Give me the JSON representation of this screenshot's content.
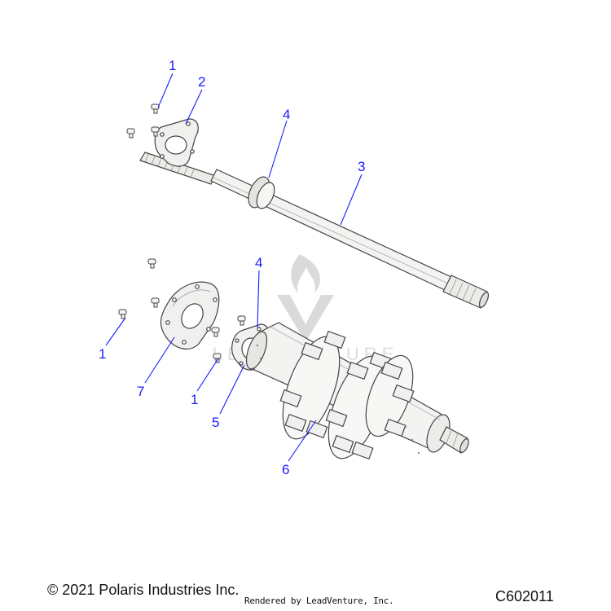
{
  "colors": {
    "callout": "#1a1aff",
    "outline": "#444444",
    "part_fill": "#f3f3f1",
    "part_shade": "#d9d9d6",
    "watermark": "#d6d6d6"
  },
  "callouts": [
    {
      "id": "c1a",
      "label": "1"
    },
    {
      "id": "c2",
      "label": "2"
    },
    {
      "id": "c4a",
      "label": "4"
    },
    {
      "id": "c3",
      "label": "3"
    },
    {
      "id": "c4b",
      "label": "4"
    },
    {
      "id": "c1b",
      "label": "1"
    },
    {
      "id": "c7",
      "label": "7"
    },
    {
      "id": "c1c",
      "label": "1"
    },
    {
      "id": "c5",
      "label": "5"
    },
    {
      "id": "c6",
      "label": "6"
    }
  ],
  "watermark": {
    "text": "LEADVENTURE"
  },
  "footer": {
    "copyright": "© 2021 Polaris Industries Inc.",
    "rendered_by": "Rendered by LeadVenture, Inc.",
    "drawing_id": "C602011"
  }
}
